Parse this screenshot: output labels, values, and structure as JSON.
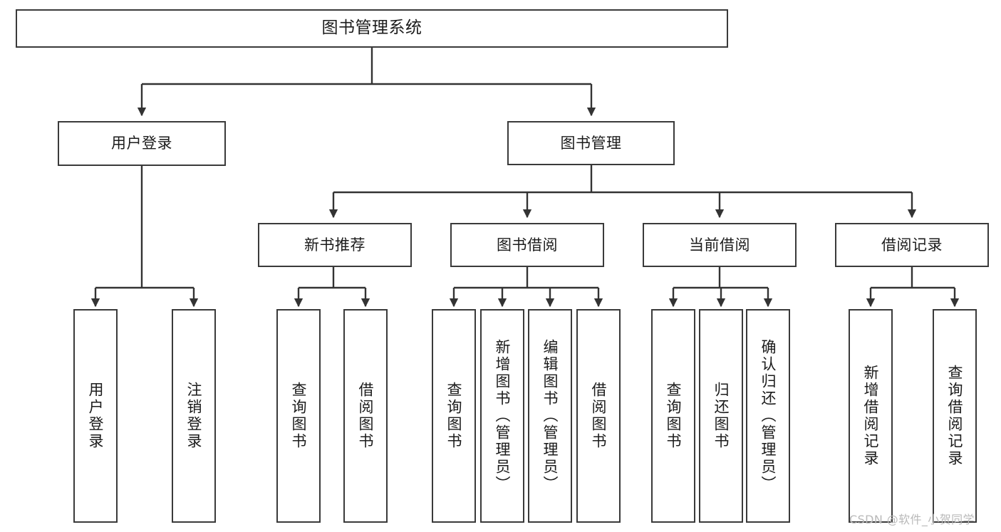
{
  "diagram": {
    "title": "图书管理系统",
    "type": "hierarchy-tree",
    "colors": {
      "box_border": "#3a3a3a",
      "box_fill": "#ffffff",
      "connector": "#333333",
      "text": "#1b1b1b",
      "watermark": "#b9b9b9",
      "background": "#ffffff"
    },
    "root": {
      "label": "图书管理系统"
    },
    "level1": [
      {
        "label": "用户登录"
      },
      {
        "label": "图书管理"
      }
    ],
    "level2": [
      {
        "label": "新书推荐"
      },
      {
        "label": "图书借阅"
      },
      {
        "label": "当前借阅"
      },
      {
        "label": "借阅记录"
      }
    ],
    "leaves": {
      "user_login": [
        {
          "label": "用户登录"
        },
        {
          "label": "注销登录"
        }
      ],
      "new_book_recommend": [
        {
          "label": "查询图书"
        },
        {
          "label": "借阅图书"
        }
      ],
      "book_borrow": [
        {
          "label": "查询图书"
        },
        {
          "label": "新增图书（管理员）"
        },
        {
          "label": "编辑图书（管理员）"
        },
        {
          "label": "借阅图书"
        }
      ],
      "current_borrow": [
        {
          "label": "查询图书"
        },
        {
          "label": "归还图书"
        },
        {
          "label": "确认归还（管理员）"
        }
      ],
      "borrow_record": [
        {
          "label": "新增借阅记录"
        },
        {
          "label": "查询借阅记录"
        }
      ]
    }
  },
  "watermark": {
    "text": "CSDN @软件_小贺同学"
  }
}
